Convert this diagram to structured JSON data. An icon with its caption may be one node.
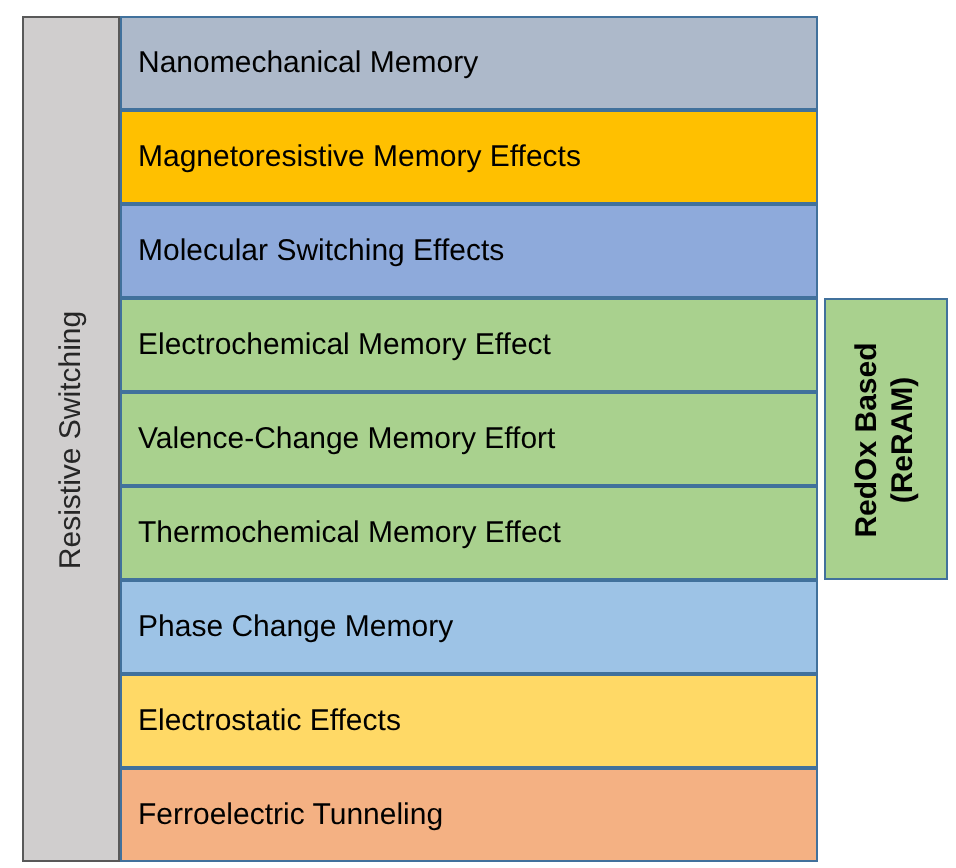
{
  "diagram": {
    "nodes": [
      {
        "text": [
          "Resistive Switching"
        ]
      },
      {
        "text": [
          "Nanomechanical Memory"
        ]
      },
      {
        "text": [
          "Magnetoresistive Memory Effects"
        ]
      },
      {
        "text": [
          "Molecular Switching Effects"
        ]
      },
      {
        "text": [
          "Electrochemical Memory Effect"
        ]
      },
      {
        "text": [
          "Valence-Change Memory Effort"
        ]
      },
      {
        "text": [
          "Thermochemical Memory Effect"
        ]
      },
      {
        "text": [
          "Phase Change Memory"
        ]
      },
      {
        "text": [
          "Electrostatic Effects"
        ]
      },
      {
        "text": [
          "Ferroelectric Tunneling"
        ]
      },
      {
        "text": [
          "RedOx Based (ReRAM)"
        ]
      }
    ]
  }
}
